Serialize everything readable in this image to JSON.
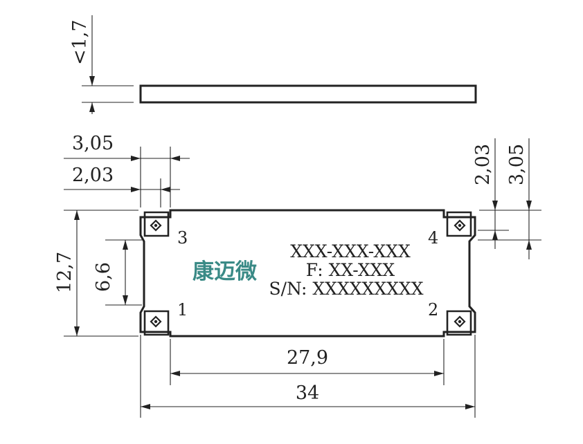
{
  "dimensions": {
    "thickness": "<1,7",
    "pad_offset_outer_left": "3,05",
    "pad_offset_inner_left": "2,03",
    "pad_offset_inner_right": "2,03",
    "pad_offset_outer_right": "3,05",
    "height": "12,7",
    "pad_pitch_vertical": "6,6",
    "pad_pitch_horizontal": "27,9",
    "length": "34"
  },
  "marking": {
    "part_number": "XXX-XXX-XXX",
    "frequency": "F:  XX-XXX",
    "serial": "S/N:  XXXXXXXXX"
  },
  "logo_text": "康迈微",
  "pins": [
    "1",
    "2",
    "3",
    "4"
  ],
  "colors": {
    "outline": "#222222",
    "logo": "#3a8a86"
  }
}
